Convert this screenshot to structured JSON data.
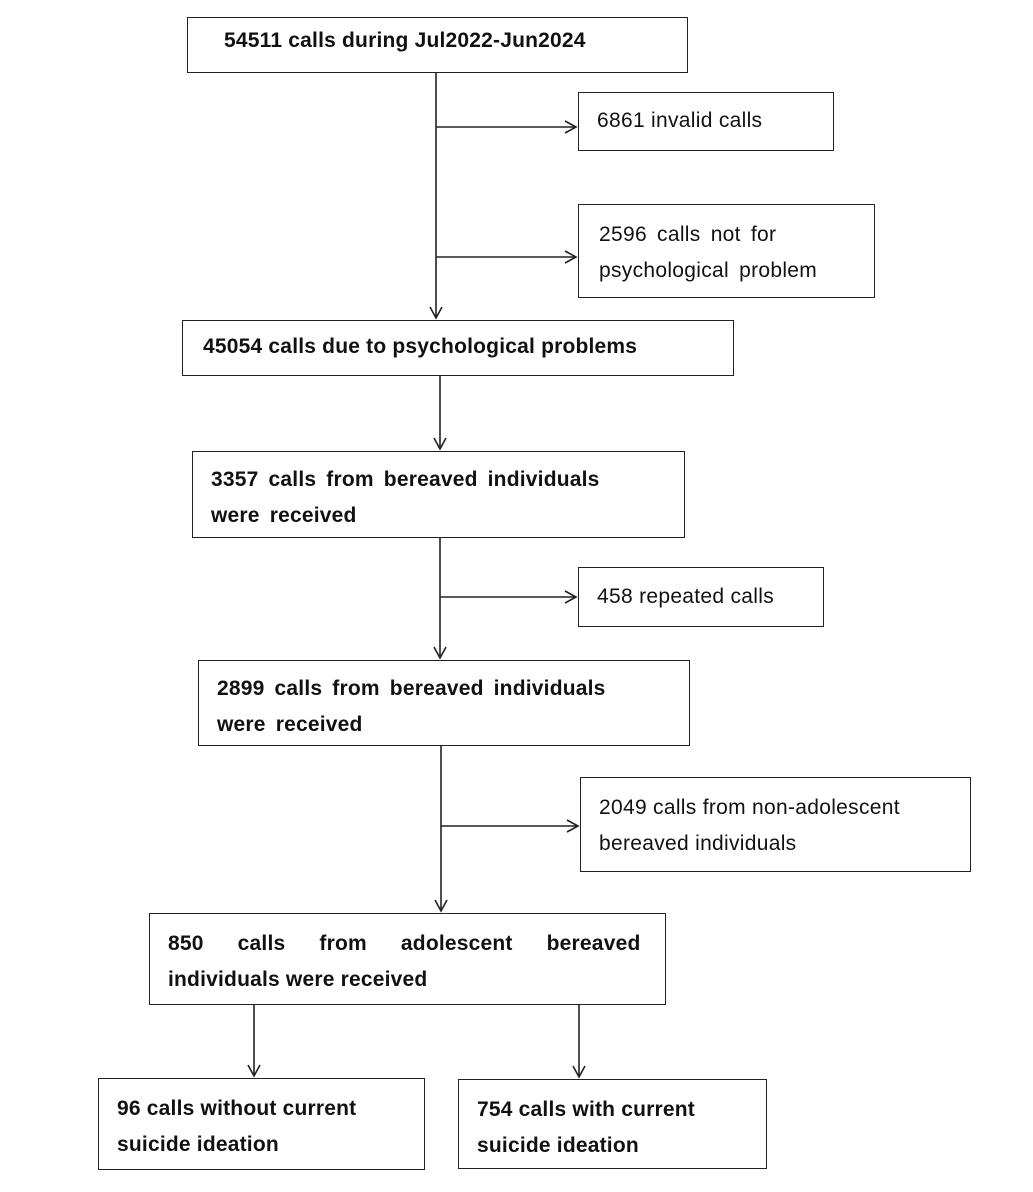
{
  "flowchart": {
    "main_boxes": [
      {
        "id": "total_calls",
        "lines": [
          "54511 calls during Jul2022-Jun2024"
        ]
      },
      {
        "id": "psych_calls",
        "lines": [
          "45054 calls due to psychological problems"
        ]
      },
      {
        "id": "bereaved_calls",
        "lines": [
          "3357 calls from bereaved individuals",
          "were received"
        ]
      },
      {
        "id": "unique_bereaved_calls",
        "lines": [
          "2899 calls from bereaved individuals",
          "were received"
        ]
      },
      {
        "id": "adolescent_calls",
        "lines": [
          "850 calls from adolescent bereaved",
          "individuals were received"
        ]
      }
    ],
    "exclusion_boxes": [
      {
        "id": "invalid_calls",
        "lines": [
          "6861 invalid calls"
        ]
      },
      {
        "id": "not_psych_calls",
        "lines": [
          "2596 calls not for",
          "psychological problem"
        ]
      },
      {
        "id": "repeated_calls",
        "lines": [
          "458 repeated calls"
        ]
      },
      {
        "id": "non_adolescent_calls",
        "lines": [
          "2049 calls from non-adolescent",
          "bereaved individuals"
        ]
      }
    ],
    "outcome_boxes": [
      {
        "id": "no_ideation_calls",
        "lines": [
          "96 calls without current",
          "suicide ideation"
        ]
      },
      {
        "id": "ideation_calls",
        "lines": [
          "754 calls with current",
          "suicide ideation"
        ]
      }
    ]
  }
}
